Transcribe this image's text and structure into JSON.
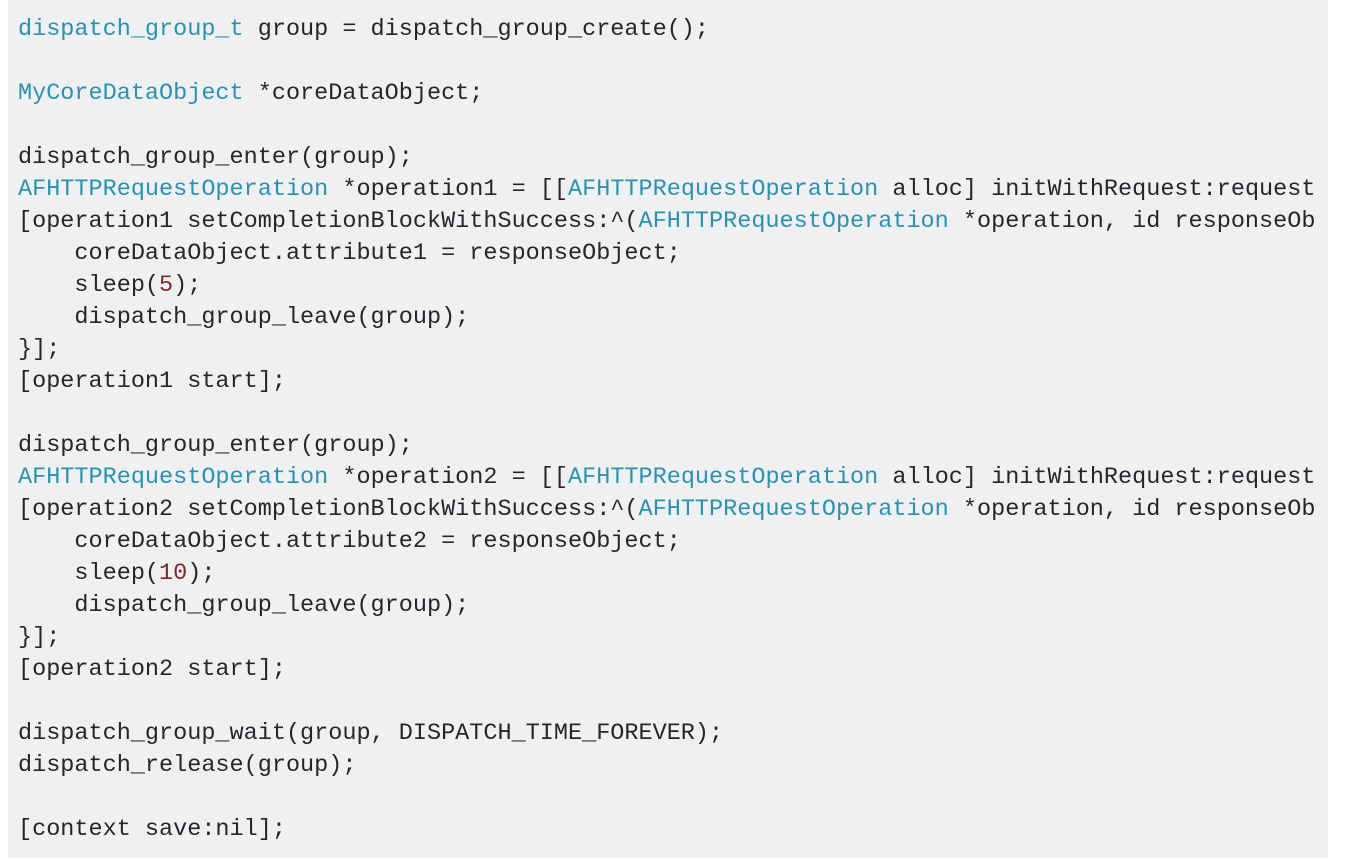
{
  "colors": {
    "background": "#eff0f1",
    "text": "#242729",
    "type": "#2b91af",
    "number": "#7d2727"
  },
  "code_lines": [
    [
      [
        "t",
        "dispatch_group_t"
      ],
      [
        "p",
        " group = dispatch_group_create();"
      ]
    ],
    [],
    [
      [
        "t",
        "MyCoreDataObject"
      ],
      [
        "p",
        " *coreDataObject;"
      ]
    ],
    [],
    [
      [
        "p",
        "dispatch_group_enter(group);"
      ]
    ],
    [
      [
        "t",
        "AFHTTPRequestOperation"
      ],
      [
        "p",
        " *operation1 = [["
      ],
      [
        "t",
        "AFHTTPRequestOperation"
      ],
      [
        "p",
        " alloc] initWithRequest:request"
      ]
    ],
    [
      [
        "p",
        "[operation1 setCompletionBlockWithSuccess:^("
      ],
      [
        "t",
        "AFHTTPRequestOperation"
      ],
      [
        "p",
        " *operation, id responseOb"
      ]
    ],
    [
      [
        "p",
        "    coreDataObject.attribute1 = responseObject;"
      ]
    ],
    [
      [
        "p",
        "    sleep("
      ],
      [
        "n",
        "5"
      ],
      [
        "p",
        ");"
      ]
    ],
    [
      [
        "p",
        "    dispatch_group_leave(group);"
      ]
    ],
    [
      [
        "p",
        "}];"
      ]
    ],
    [
      [
        "p",
        "[operation1 start];"
      ]
    ],
    [],
    [
      [
        "p",
        "dispatch_group_enter(group);"
      ]
    ],
    [
      [
        "t",
        "AFHTTPRequestOperation"
      ],
      [
        "p",
        " *operation2 = [["
      ],
      [
        "t",
        "AFHTTPRequestOperation"
      ],
      [
        "p",
        " alloc] initWithRequest:request"
      ]
    ],
    [
      [
        "p",
        "[operation2 setCompletionBlockWithSuccess:^("
      ],
      [
        "t",
        "AFHTTPRequestOperation"
      ],
      [
        "p",
        " *operation, id responseOb"
      ]
    ],
    [
      [
        "p",
        "    coreDataObject.attribute2 = responseObject;"
      ]
    ],
    [
      [
        "p",
        "    sleep("
      ],
      [
        "n",
        "10"
      ],
      [
        "p",
        ");"
      ]
    ],
    [
      [
        "p",
        "    dispatch_group_leave(group);"
      ]
    ],
    [
      [
        "p",
        "}];"
      ]
    ],
    [
      [
        "p",
        "[operation2 start];"
      ]
    ],
    [],
    [
      [
        "p",
        "dispatch_group_wait(group, DISPATCH_TIME_FOREVER);"
      ]
    ],
    [
      [
        "p",
        "dispatch_release(group);"
      ]
    ],
    [],
    [
      [
        "p",
        "[context save:nil];"
      ]
    ]
  ]
}
